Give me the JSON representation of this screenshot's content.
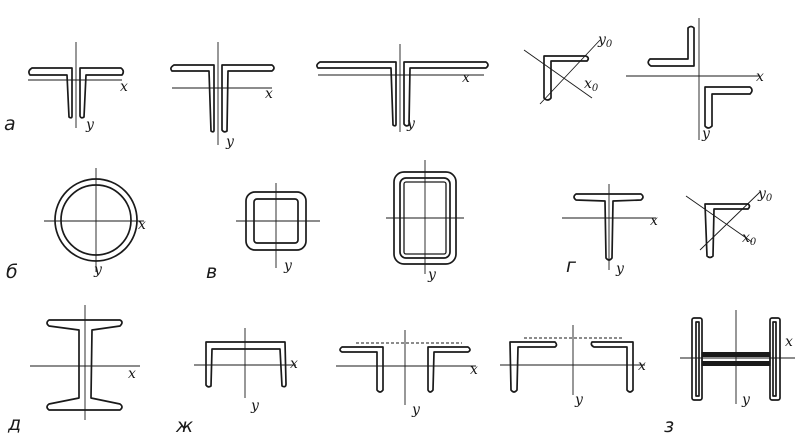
{
  "axes": {
    "x": "x",
    "y": "y",
    "x0_main": "x",
    "y0_main": "y",
    "sub0": "0"
  },
  "groups": {
    "a": "а",
    "b": "б",
    "v": "в",
    "g": "г",
    "d": "д",
    "zh": "ж",
    "z": "з"
  }
}
